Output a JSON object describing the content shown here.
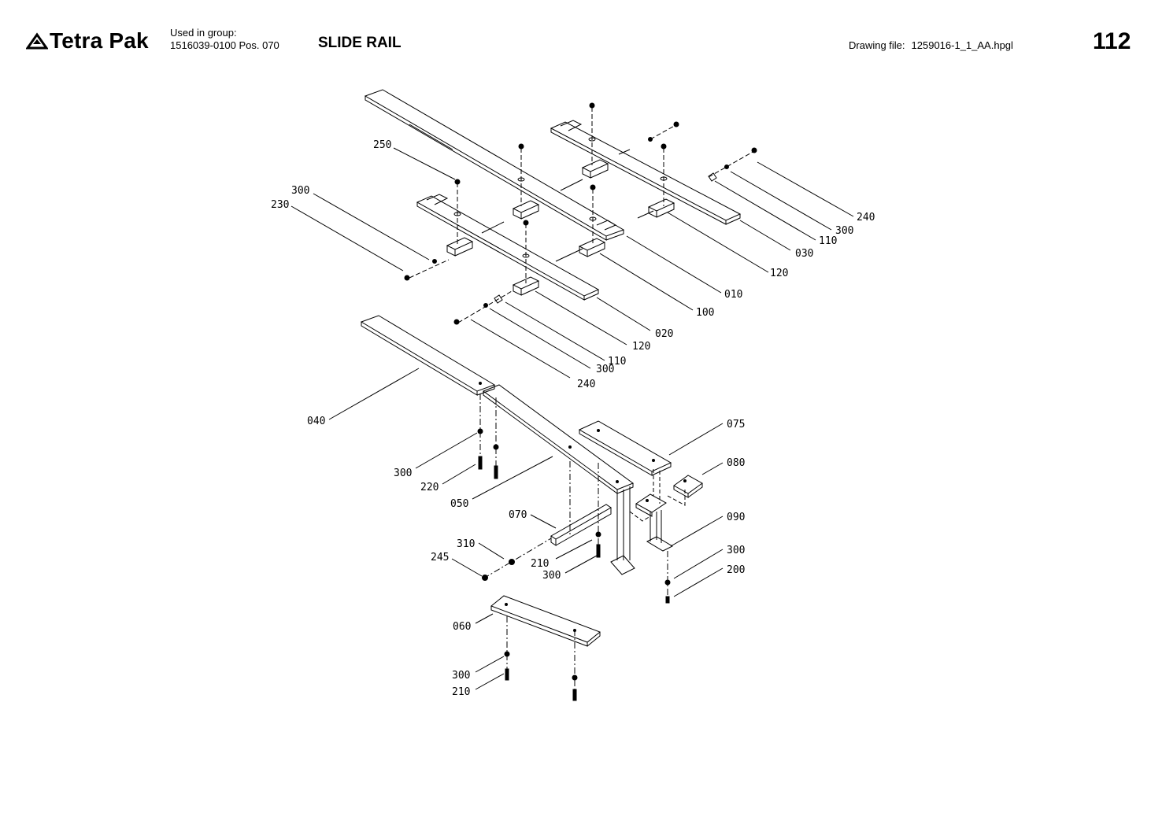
{
  "header": {
    "brand_name": "Tetra Pak",
    "logo_icon": "tetra-pak-triangle-logo",
    "group_line1": "Used in group:",
    "group_line2": "1516039-0100 Pos. 070",
    "title": "SLIDE RAIL",
    "drawing_label": "Drawing file:",
    "drawing_file": "1259016-1_1_AA.hpgl",
    "page_number": "112"
  },
  "callouts": {
    "c250": "250",
    "c300a": "300",
    "c230": "230",
    "c240a": "240",
    "c300b": "300",
    "c110a": "110",
    "c030": "030",
    "c120a": "120",
    "c010": "010",
    "c100": "100",
    "c020": "020",
    "c120b": "120",
    "c110b": "110",
    "c300c": "300",
    "c240b": "240",
    "c040": "040",
    "c075": "075",
    "c080": "080",
    "c300d": "300",
    "c220": "220",
    "c050": "050",
    "c070": "070",
    "c090": "090",
    "c310": "310",
    "c245": "245",
    "c210a": "210",
    "c300e": "300",
    "c300f": "300",
    "c200": "200",
    "c060": "060",
    "c300g": "300",
    "c210b": "210"
  }
}
